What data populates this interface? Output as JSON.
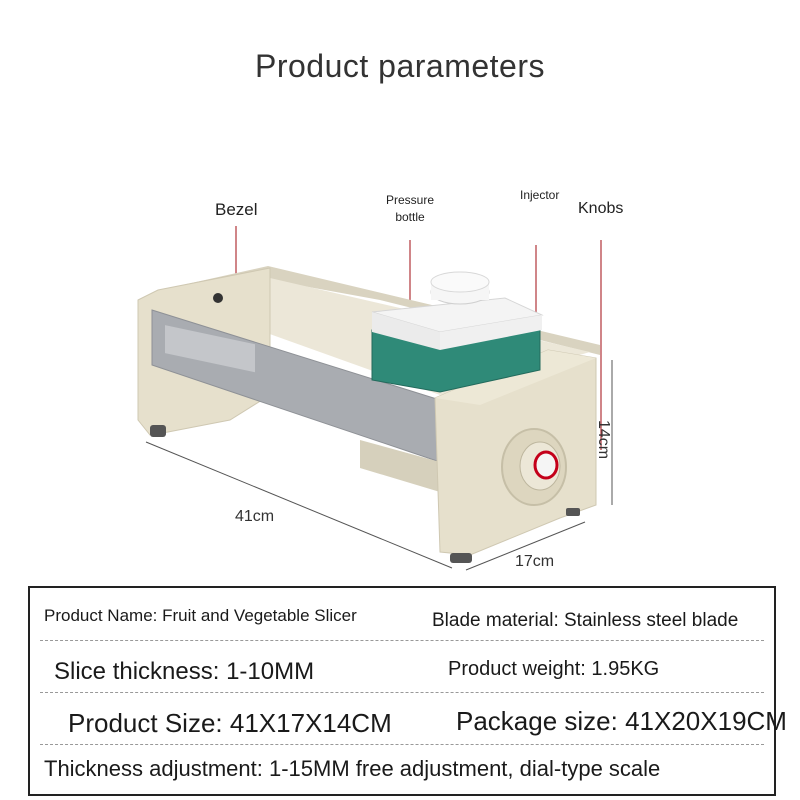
{
  "title": "Product parameters",
  "callouts": {
    "bezel": "Bezel",
    "pressure_bottle_line1": "Pressure",
    "pressure_bottle_line2": "bottle",
    "injector": "Injector",
    "knobs": "Knobs"
  },
  "dimensions": {
    "length": "41cm",
    "width": "17cm",
    "height": "14cm"
  },
  "parameters": {
    "product_name": "Product Name: Fruit and Vegetable Slicer",
    "blade_material": "Blade material: Stainless steel blade",
    "slice_thickness": "Slice thickness: 1-10MM",
    "product_weight": "Product weight: 1.95KG",
    "product_size": "Product Size: 41X17X14CM",
    "package_size": "Package size: 41X20X19CM",
    "thickness_adjustment": "Thickness adjustment: 1-15MM free adjustment, dial-type scale"
  },
  "colors": {
    "body": "#e6e0cc",
    "panel": "#a9acb1",
    "tank": "#2f8a78",
    "cap": "#f4f4f4",
    "pointer": "#c4001a"
  }
}
